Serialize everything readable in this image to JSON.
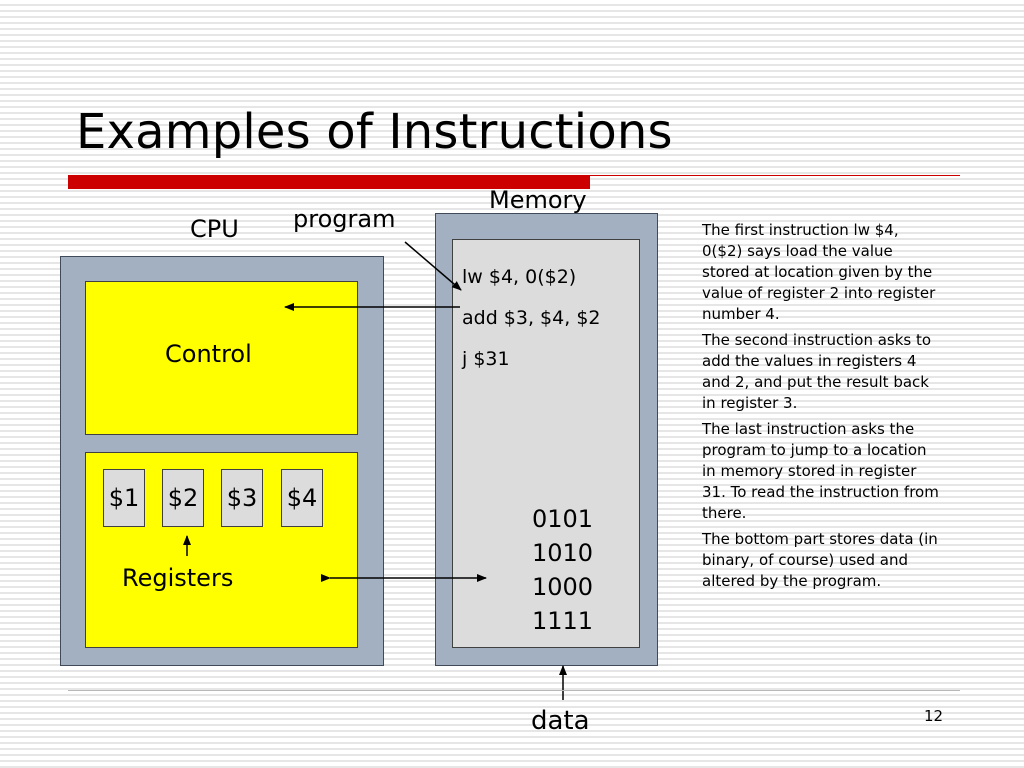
{
  "slide": {
    "title": "Examples of Instructions",
    "page_number": "12"
  },
  "labels": {
    "cpu": "CPU",
    "program": "program",
    "memory": "Memory",
    "data": "data"
  },
  "cpu": {
    "control": "Control",
    "registers_label": "Registers",
    "registers": [
      "$1",
      "$2",
      "$3",
      "$4"
    ]
  },
  "memory": {
    "instructions": [
      "lw $4, 0($2)",
      "add $3, $4, $2",
      "j $31"
    ],
    "binary": [
      "0101",
      "1010",
      "1000",
      "1111"
    ]
  },
  "notes": [
    "The first instruction lw $4, 0($2) says load the value stored at location given by the value of register 2 into register number 4.",
    "The second instruction asks to add the values in registers 4 and 2, and put the result back in register 3.",
    "The last instruction asks the program to jump to a location in memory stored in register 31.  To read the instruction from there.",
    "The bottom part stores data (in binary, of course) used and altered by the program."
  ],
  "colors": {
    "accent_bar": "#cc0000",
    "box_fill": "#ffff00",
    "container_fill": "#a3b0c2",
    "memory_fill": "#dcdcdc"
  }
}
